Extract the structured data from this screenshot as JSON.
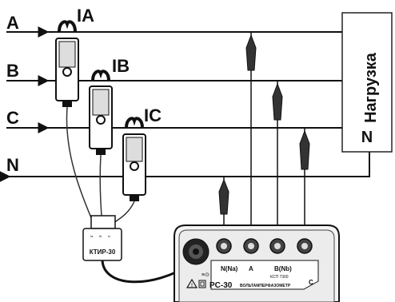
{
  "phases": {
    "a": "A",
    "b": "B",
    "c": "C",
    "n": "N"
  },
  "clamps": {
    "a": "IA",
    "b": "IB",
    "c": "IC"
  },
  "load": {
    "title": "Нагрузка",
    "neutral": "N"
  },
  "adapter": {
    "label": "КТИР-30",
    "pins": [
      "Ia",
      "Ib",
      "Ic"
    ]
  },
  "meter": {
    "model": "PC-30",
    "subtitle": "ВОЛЬТАМПЕРФАЗОМЕТР",
    "terminal_labels": [
      "N(Na)",
      "A",
      "B(Nb)",
      "C"
    ],
    "small_code": "КСП 7300",
    "ground_symbol": "≡⊙"
  }
}
